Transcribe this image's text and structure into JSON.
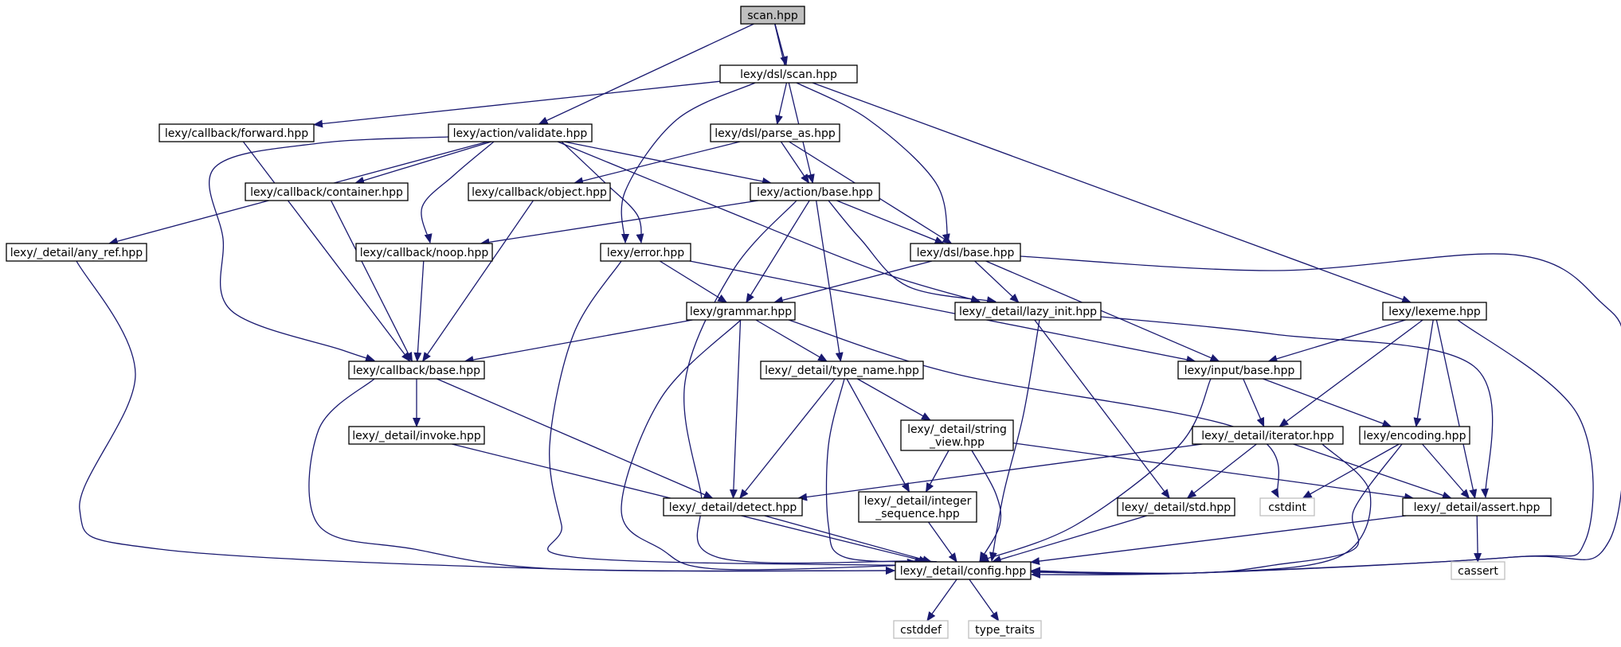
{
  "diagram": {
    "type": "include-dependency-graph",
    "colors": {
      "edge": "#191970",
      "root_fill": "#bfbfbf",
      "node_border": "#000000",
      "external_border": "#bfbfbf"
    },
    "nodes": [
      {
        "id": "scan",
        "label": [
          "scan.hpp"
        ],
        "kind": "root"
      },
      {
        "id": "dsl_scan",
        "label": [
          "lexy/dsl/scan.hpp"
        ]
      },
      {
        "id": "cb_forward",
        "label": [
          "lexy/callback/forward.hpp"
        ]
      },
      {
        "id": "action_validate",
        "label": [
          "lexy/action/validate.hpp"
        ]
      },
      {
        "id": "dsl_parse_as",
        "label": [
          "lexy/dsl/parse_as.hpp"
        ]
      },
      {
        "id": "cb_container",
        "label": [
          "lexy/callback/container.hpp"
        ]
      },
      {
        "id": "cb_object",
        "label": [
          "lexy/callback/object.hpp"
        ]
      },
      {
        "id": "action_base",
        "label": [
          "lexy/action/base.hpp"
        ]
      },
      {
        "id": "any_ref",
        "label": [
          "lexy/_detail/any_ref.hpp"
        ]
      },
      {
        "id": "cb_noop",
        "label": [
          "lexy/callback/noop.hpp"
        ]
      },
      {
        "id": "error",
        "label": [
          "lexy/error.hpp"
        ]
      },
      {
        "id": "dsl_base",
        "label": [
          "lexy/dsl/base.hpp"
        ]
      },
      {
        "id": "grammar",
        "label": [
          "lexy/grammar.hpp"
        ]
      },
      {
        "id": "lazy_init",
        "label": [
          "lexy/_detail/lazy_init.hpp"
        ]
      },
      {
        "id": "lexeme",
        "label": [
          "lexy/lexeme.hpp"
        ]
      },
      {
        "id": "cb_base",
        "label": [
          "lexy/callback/base.hpp"
        ]
      },
      {
        "id": "type_name",
        "label": [
          "lexy/_detail/type_name.hpp"
        ]
      },
      {
        "id": "input_base",
        "label": [
          "lexy/input/base.hpp"
        ]
      },
      {
        "id": "invoke",
        "label": [
          "lexy/_detail/invoke.hpp"
        ]
      },
      {
        "id": "string_view",
        "label": [
          "lexy/_detail/string",
          "_view.hpp"
        ]
      },
      {
        "id": "iterator",
        "label": [
          "lexy/_detail/iterator.hpp"
        ]
      },
      {
        "id": "encoding",
        "label": [
          "lexy/encoding.hpp"
        ]
      },
      {
        "id": "detect",
        "label": [
          "lexy/_detail/detect.hpp"
        ]
      },
      {
        "id": "integer_sequence",
        "label": [
          "lexy/_detail/integer",
          "_sequence.hpp"
        ]
      },
      {
        "id": "std",
        "label": [
          "lexy/_detail/std.hpp"
        ]
      },
      {
        "id": "cstdint",
        "label": [
          "cstdint"
        ],
        "kind": "external"
      },
      {
        "id": "assert",
        "label": [
          "lexy/_detail/assert.hpp"
        ]
      },
      {
        "id": "config",
        "label": [
          "lexy/_detail/config.hpp"
        ]
      },
      {
        "id": "cassert",
        "label": [
          "cassert"
        ],
        "kind": "external"
      },
      {
        "id": "cstddef",
        "label": [
          "cstddef"
        ],
        "kind": "external"
      },
      {
        "id": "type_traits",
        "label": [
          "type_traits"
        ],
        "kind": "external"
      }
    ],
    "edges": [
      [
        "scan",
        "dsl_scan"
      ],
      [
        "scan",
        "action_validate"
      ],
      [
        "scan",
        "action_base"
      ],
      [
        "dsl_scan",
        "cb_forward"
      ],
      [
        "dsl_scan",
        "dsl_parse_as"
      ],
      [
        "dsl_scan",
        "error"
      ],
      [
        "dsl_scan",
        "dsl_base"
      ],
      [
        "dsl_scan",
        "lexeme"
      ],
      [
        "cb_forward",
        "cb_base"
      ],
      [
        "action_validate",
        "any_ref"
      ],
      [
        "action_validate",
        "cb_container"
      ],
      [
        "action_validate",
        "cb_noop"
      ],
      [
        "action_validate",
        "cb_base"
      ],
      [
        "action_validate",
        "action_base"
      ],
      [
        "action_validate",
        "error"
      ],
      [
        "action_validate",
        "lazy_init"
      ],
      [
        "dsl_parse_as",
        "cb_object"
      ],
      [
        "dsl_parse_as",
        "action_base"
      ],
      [
        "dsl_parse_as",
        "dsl_base"
      ],
      [
        "cb_container",
        "cb_base"
      ],
      [
        "cb_object",
        "cb_base"
      ],
      [
        "cb_noop",
        "cb_base"
      ],
      [
        "action_base",
        "cb_noop"
      ],
      [
        "action_base",
        "dsl_base"
      ],
      [
        "action_base",
        "grammar"
      ],
      [
        "action_base",
        "lazy_init"
      ],
      [
        "action_base",
        "type_name"
      ],
      [
        "action_base",
        "config"
      ],
      [
        "any_ref",
        "config"
      ],
      [
        "error",
        "grammar"
      ],
      [
        "error",
        "input_base"
      ],
      [
        "error",
        "config"
      ],
      [
        "dsl_base",
        "grammar"
      ],
      [
        "dsl_base",
        "lazy_init"
      ],
      [
        "dsl_base",
        "input_base"
      ],
      [
        "dsl_base",
        "config"
      ],
      [
        "grammar",
        "cb_base"
      ],
      [
        "grammar",
        "type_name"
      ],
      [
        "grammar",
        "detect"
      ],
      [
        "grammar",
        "cstdint"
      ],
      [
        "grammar",
        "config"
      ],
      [
        "lazy_init",
        "std"
      ],
      [
        "lazy_init",
        "assert"
      ],
      [
        "lazy_init",
        "config"
      ],
      [
        "lexeme",
        "input_base"
      ],
      [
        "lexeme",
        "iterator"
      ],
      [
        "lexeme",
        "encoding"
      ],
      [
        "lexeme",
        "assert"
      ],
      [
        "lexeme",
        "config"
      ],
      [
        "cb_base",
        "invoke"
      ],
      [
        "cb_base",
        "detect"
      ],
      [
        "cb_base",
        "config"
      ],
      [
        "type_name",
        "string_view"
      ],
      [
        "type_name",
        "detect"
      ],
      [
        "type_name",
        "integer_sequence"
      ],
      [
        "type_name",
        "config"
      ],
      [
        "input_base",
        "iterator"
      ],
      [
        "input_base",
        "encoding"
      ],
      [
        "input_base",
        "config"
      ],
      [
        "invoke",
        "config"
      ],
      [
        "string_view",
        "integer_sequence"
      ],
      [
        "string_view",
        "assert"
      ],
      [
        "string_view",
        "config"
      ],
      [
        "iterator",
        "detect"
      ],
      [
        "iterator",
        "std"
      ],
      [
        "iterator",
        "assert"
      ],
      [
        "iterator",
        "config"
      ],
      [
        "encoding",
        "cstdint"
      ],
      [
        "encoding",
        "assert"
      ],
      [
        "encoding",
        "config"
      ],
      [
        "detect",
        "config"
      ],
      [
        "integer_sequence",
        "config"
      ],
      [
        "std",
        "config"
      ],
      [
        "assert",
        "cassert"
      ],
      [
        "assert",
        "config"
      ],
      [
        "config",
        "cstddef"
      ],
      [
        "config",
        "type_traits"
      ]
    ]
  }
}
